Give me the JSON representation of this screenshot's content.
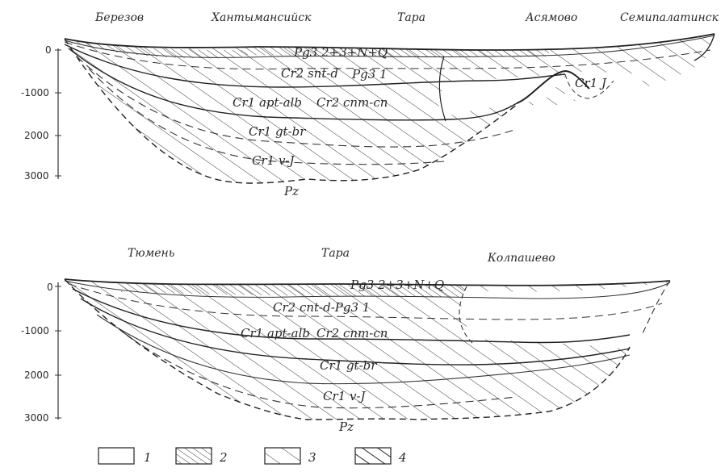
{
  "top_section": {
    "cities": [
      "Березов",
      "Хантымансийск",
      "Тара",
      "Асямово",
      "Семипалатинск"
    ],
    "depth_ticks": [
      "0",
      "-1000",
      "2000",
      "3000"
    ],
    "units": [
      "Pg3 2+3+N+Q",
      "Cr2 snt-d",
      "Pg3 1",
      "Cr1 apt-alb",
      "Cr2 cnm-cn",
      "Cr1 J",
      "Cr1 gt-br",
      "Cr1 v-J",
      "Pz"
    ]
  },
  "bottom_section": {
    "cities": [
      "Тюмень",
      "Тара",
      "Колпашево"
    ],
    "depth_ticks": [
      "0",
      "-1000",
      "2000",
      "3000"
    ],
    "units": [
      "Pg3 2+3+N+Q",
      "Cr2 cnt-d-Pg3 1",
      "Cr1 apt-alb",
      "Cr2 cnm-cn",
      "Cr1 gt-br",
      "Cr1 v-J",
      "Pz"
    ]
  },
  "legend": [
    {
      "num": "1",
      "pattern": "blank"
    },
    {
      "num": "2",
      "pattern": "dense-hatch"
    },
    {
      "num": "3",
      "pattern": "sparse-hatch"
    },
    {
      "num": "4",
      "pattern": "bold-hatch"
    }
  ]
}
